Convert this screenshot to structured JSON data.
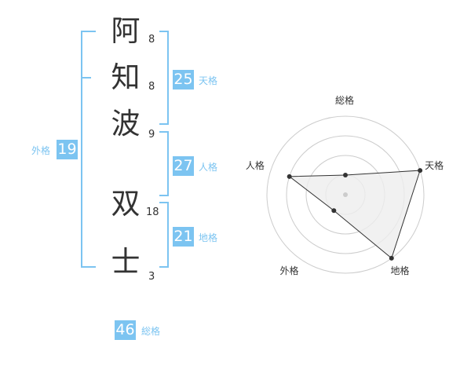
{
  "name": {
    "characters": [
      {
        "char": "阿",
        "strokes": "8"
      },
      {
        "char": "知",
        "strokes": "8"
      },
      {
        "char": "波",
        "strokes": "9"
      },
      {
        "char": "双",
        "strokes": "18"
      },
      {
        "char": "士",
        "strokes": "3"
      }
    ]
  },
  "fortunes": {
    "tenkaku": {
      "value": "25",
      "label": "天格"
    },
    "jinkaku": {
      "value": "27",
      "label": "人格"
    },
    "chikaku": {
      "value": "21",
      "label": "地格"
    },
    "gaikaku": {
      "value": "19",
      "label": "外格"
    },
    "soukaku": {
      "value": "46",
      "label": "総格"
    }
  },
  "chart_data": {
    "type": "radar",
    "axes": [
      "総格",
      "天格",
      "地格",
      "外格",
      "人格"
    ],
    "values": [
      1,
      4,
      4,
      1,
      3
    ],
    "max": 4,
    "rings": 4,
    "colors": {
      "fill": "#eeeeee",
      "line": "#333333",
      "grid": "#cccccc",
      "point": "#333333",
      "center": "#cccccc"
    }
  },
  "colors": {
    "accent": "#7cc4f1",
    "text": "#333333"
  }
}
